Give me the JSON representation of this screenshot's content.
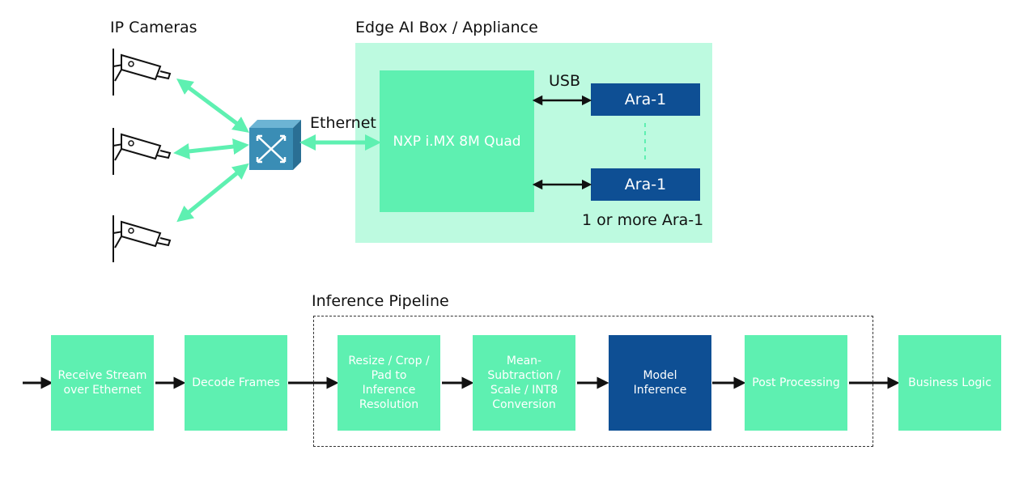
{
  "deployment": {
    "cameras_label": "IP Cameras",
    "edge_box_label": "Edge AI Box / Appliance",
    "ethernet_label": "Ethernet",
    "usb_label": "USB",
    "host_processor": "NXP i.MX 8M Quad",
    "accelerators": [
      "Ara-1",
      "Ara-1"
    ],
    "accelerator_note": "1 or more Ara-1",
    "icons": [
      "camera-icon",
      "camera-icon",
      "camera-icon",
      "network-switch-icon"
    ]
  },
  "pipeline": {
    "title": "Inference Pipeline",
    "stages": [
      "Receive Stream over Ethernet",
      "Decode Frames",
      "Resize / Crop / Pad to Inference Resolution",
      "Mean-Subtraction / Scale / INT8 Conversion",
      "Model Inference",
      "Post Processing",
      "Business Logic"
    ]
  },
  "colors": {
    "green": "#5ef0b1",
    "light_green": "#bdfae0",
    "blue": "#0e4f94",
    "switch_blue": "#3a8db5"
  }
}
